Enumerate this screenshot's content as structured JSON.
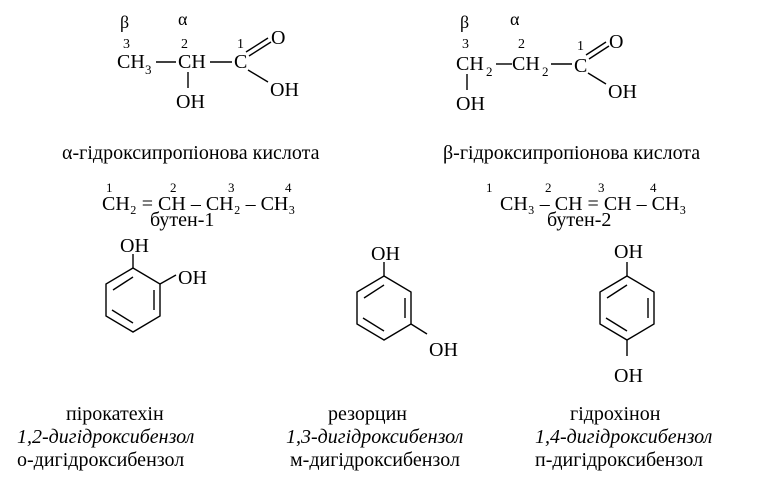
{
  "alpha_acid": {
    "greek_beta": "β",
    "greek_alpha": "α",
    "n1": "1",
    "n2": "2",
    "n3": "3",
    "ch3": "CH",
    "ch3_sub": "3",
    "ch": "CH",
    "c": "C",
    "o": "O",
    "oh_side": "OH",
    "oh_acid": "OH",
    "name": "α-гідроксипропіонова кислота"
  },
  "beta_acid": {
    "greek_beta": "β",
    "greek_alpha": "α",
    "n1": "1",
    "n2": "2",
    "n3": "3",
    "ch2a": "CH",
    "ch2a_sub": "2",
    "ch2b": "CH",
    "ch2b_sub": "2",
    "c": "C",
    "o": "O",
    "oh_side": "OH",
    "oh_acid": "OH",
    "name": "β-гідроксипропіонова кислота"
  },
  "butene1": {
    "n1": "1",
    "n2": "2",
    "n3": "3",
    "n4": "4",
    "formula": "CH₂ = CH – CH₂ – CH₃",
    "name": "бутен-1"
  },
  "butene2": {
    "n1": "1",
    "n2": "2",
    "n3": "3",
    "n4": "4",
    "formula": "CH₃ – CH = CH – CH₃",
    "name": "бутен-2"
  },
  "pyrocatechol": {
    "oh1": "OH",
    "oh2": "OH",
    "name": "пірокатехін",
    "systematic": "1,2-дигідроксибензол",
    "trivial": "о-дигідроксибензол"
  },
  "resorcinol": {
    "oh1": "OH",
    "oh2": "OH",
    "name": "резорцин",
    "systematic": "1,3-дигідроксибензол",
    "trivial": "м-дигідроксибензол"
  },
  "hydroquinone": {
    "oh1": "OH",
    "oh2": "OH",
    "name": "гідрохінон",
    "systematic": "1,4-дигідроксибензол",
    "trivial": "п-дигідроксибензол"
  }
}
